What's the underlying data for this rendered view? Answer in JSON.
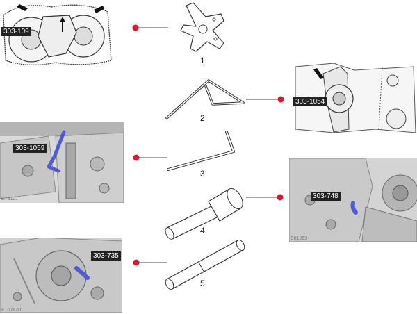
{
  "callouts": {
    "c1": "303-109",
    "c2": "303-1054",
    "c3": "303-1059",
    "c4": "303-748",
    "c5": "303-735"
  },
  "figure_codes": {
    "f3": "E73121",
    "f4": "E81959",
    "f5": "E107820"
  },
  "tool_numbers": [
    "1",
    "2",
    "3",
    "4",
    "5"
  ],
  "colors": {
    "marker": "#e0142a",
    "tool_blue": "#4f5ad8",
    "label_bg": "#222222"
  }
}
